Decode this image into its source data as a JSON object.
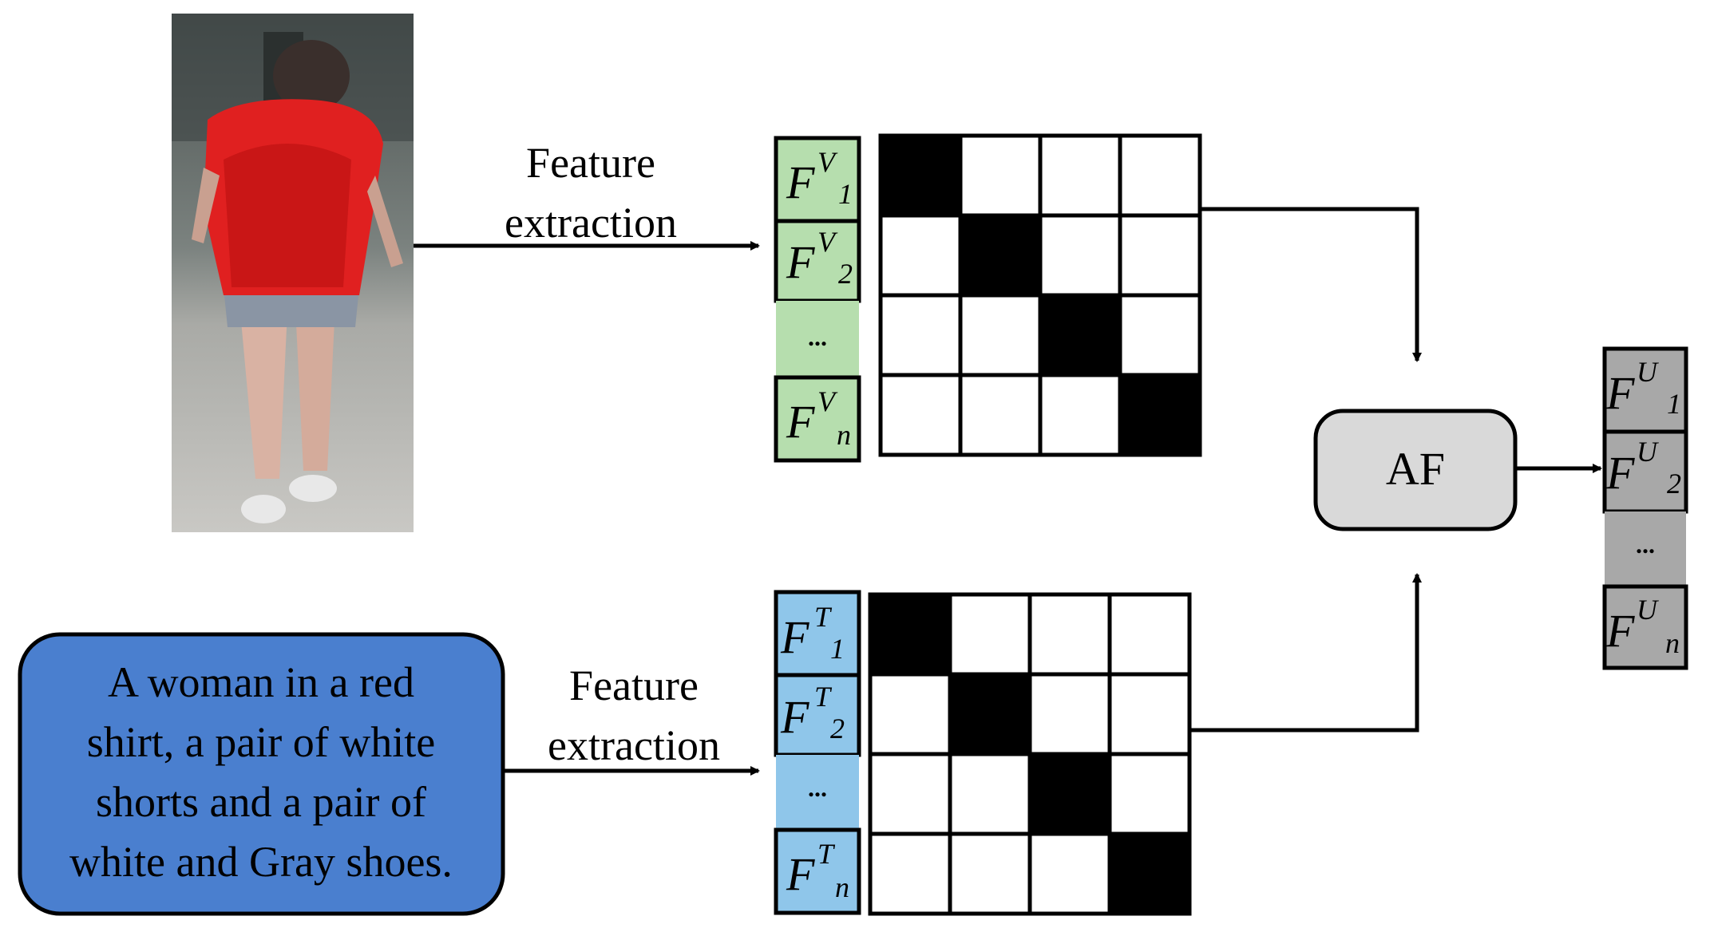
{
  "image_panel": {
    "pedestrian_image": "pedestrian-photo"
  },
  "text_panel": {
    "lines": [
      "A woman in a red",
      "shirt, a pair of white",
      "shorts and a pair of",
      "white and Gray shoes."
    ]
  },
  "labels": {
    "feature_extraction_top": [
      "Feature",
      "extraction"
    ],
    "feature_extraction_bottom": [
      "Feature",
      "extraction"
    ],
    "fusion_module": "AF"
  },
  "feature_stacks": {
    "visual": {
      "base": "F",
      "superscript": "V",
      "subscripts": [
        "1",
        "2",
        "n"
      ],
      "ellipsis": "...",
      "color": "#b6deae"
    },
    "text": {
      "base": "F",
      "superscript": "T",
      "subscripts": [
        "1",
        "2",
        "n"
      ],
      "ellipsis": "...",
      "color": "#8fc6ea"
    },
    "unified": {
      "base": "F",
      "superscript": "U",
      "subscripts": [
        "1",
        "2",
        "n"
      ],
      "ellipsis": "...",
      "color": "#a8a8a8"
    }
  },
  "colors": {
    "text_panel": "#4a7fcf",
    "fusion_box": "#d9d9d9",
    "matrix_filled": "#000000",
    "shirt": "#e02020"
  }
}
